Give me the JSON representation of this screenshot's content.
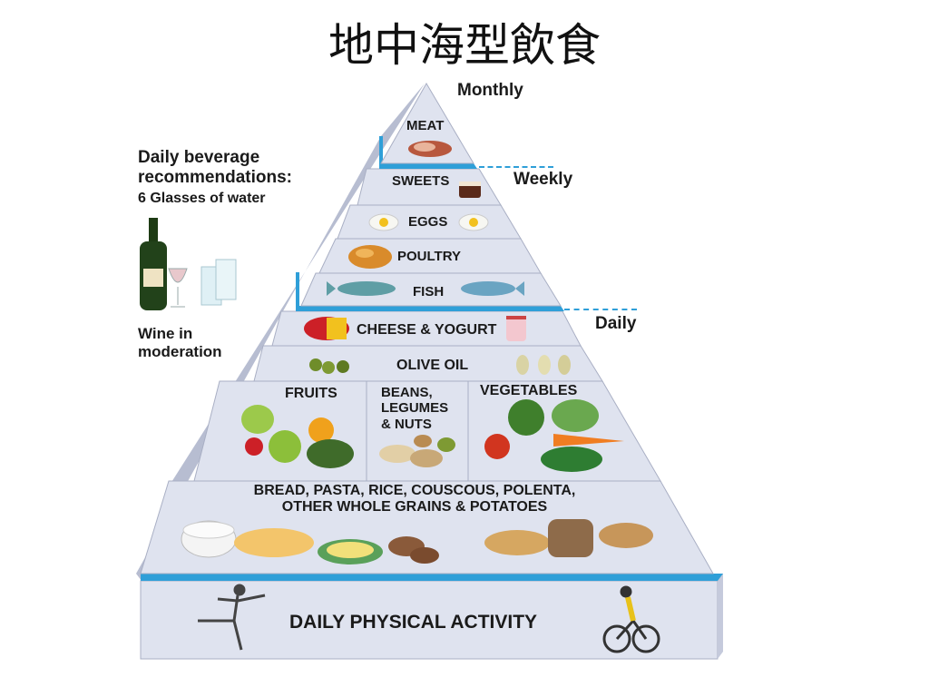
{
  "title": "地中海型飲食",
  "frequency": {
    "monthly": "Monthly",
    "weekly": "Weekly",
    "daily": "Daily"
  },
  "beverage": {
    "heading_line1": "Daily beverage",
    "heading_line2": "recommendations:",
    "water": "6 Glasses of water",
    "wine_line1": "Wine in",
    "wine_line2": "moderation"
  },
  "tiers": {
    "meat": "MEAT",
    "sweets": "SWEETS",
    "eggs": "EGGS",
    "poultry": "POULTRY",
    "fish": "FISH",
    "cheese_yogurt": "CHEESE & YOGURT",
    "olive_oil": "OLIVE OIL",
    "fruits": "FRUITS",
    "beans_line1": "BEANS,",
    "beans_line2": "LEGUMES",
    "beans_line3": "& NUTS",
    "vegetables": "VEGETABLES",
    "grains_line1": "BREAD, PASTA, RICE, COUSCOUS, POLENTA,",
    "grains_line2": "OTHER  WHOLE GRAINS & POTATOES",
    "activity": "DAILY PHYSICAL ACTIVITY"
  },
  "colors": {
    "tier_face": "#dfe3ef",
    "tier_side": "#c5cadc",
    "accent_blue": "#2f9fd8"
  }
}
